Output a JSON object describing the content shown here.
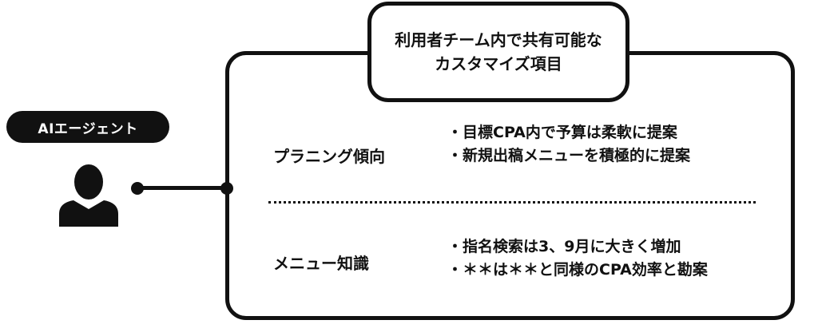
{
  "agent": {
    "label": "AIエージェント"
  },
  "header": {
    "line1": "利用者チーム内で共有可能な",
    "line2": "カスタマイズ項目"
  },
  "sections": [
    {
      "title": "プラニング傾向",
      "bullets": [
        "・目標CPA内で予算は柔軟に提案",
        "・新規出稿メニューを積極的に提案"
      ]
    },
    {
      "title": "メニュー知識",
      "bullets": [
        "・指名検索は3、9月に大きく増加",
        "・＊＊は＊＊と同様のCPA効率と勘案"
      ]
    }
  ],
  "icons": {
    "agent": "person-icon"
  },
  "colors": {
    "ink": "#111111",
    "background": "#ffffff"
  }
}
